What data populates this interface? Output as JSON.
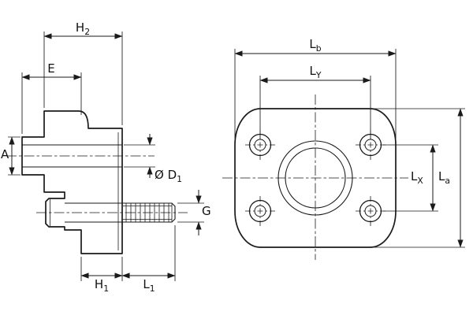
{
  "colors": {
    "line": "#1a1a1a",
    "label": "#111111",
    "bg": "#ffffff"
  },
  "labels": {
    "h2": {
      "base": "H",
      "sub": "2"
    },
    "e": {
      "base": "E",
      "sub": ""
    },
    "a": {
      "base": "A",
      "sub": ""
    },
    "d1": {
      "base": "Ø D",
      "sub": "1"
    },
    "g": {
      "base": "G",
      "sub": ""
    },
    "h1": {
      "base": "H",
      "sub": "1"
    },
    "l1": {
      "base": "L",
      "sub": "1"
    },
    "lb": {
      "base": "L",
      "sub": "b"
    },
    "ly": {
      "base": "L",
      "sub": "Y"
    },
    "lx": {
      "base": "L",
      "sub": "X"
    },
    "la": {
      "base": "L",
      "sub": "a"
    }
  }
}
